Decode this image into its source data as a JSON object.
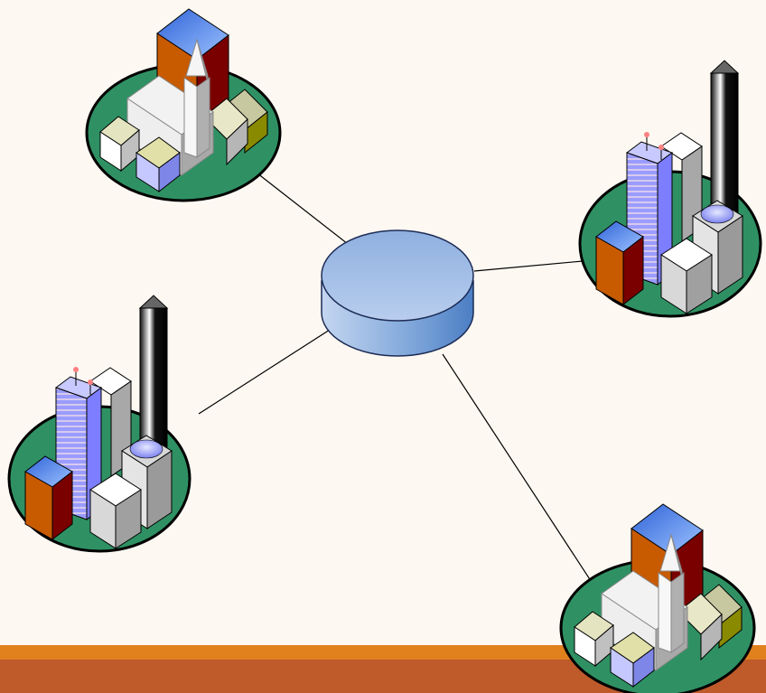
{
  "colors": {
    "background": "#fdf8f2",
    "band_top": "#e0811e",
    "band_bottom": "#bf5a2a",
    "ground": "#2f9163",
    "ground_outline": "#000000",
    "hub_top": "#a3bde6",
    "hub_side": "#6f9ad4",
    "link": "#000000"
  },
  "nodes": [
    {
      "id": "town-top-left",
      "kind": "town",
      "icon": "town-church-icon"
    },
    {
      "id": "city-right",
      "kind": "city",
      "icon": "city-skyscrapers-icon"
    },
    {
      "id": "city-left",
      "kind": "city",
      "icon": "city-skyscrapers-icon"
    },
    {
      "id": "town-bottom-right",
      "kind": "town",
      "icon": "town-church-icon"
    }
  ],
  "hub": {
    "kind": "hub",
    "icon": "database-hub-icon"
  }
}
